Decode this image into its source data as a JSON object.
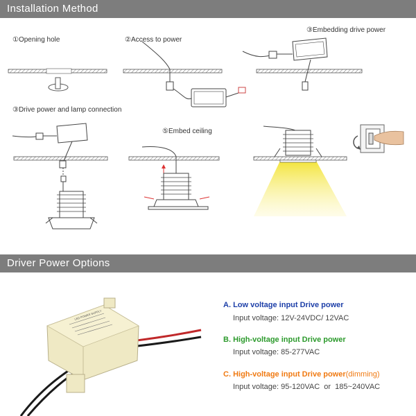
{
  "section1": {
    "title": "Installation Method"
  },
  "steps": [
    {
      "label": "①Opening hole"
    },
    {
      "label": "②Access to power"
    },
    {
      "label": "③Embedding drive power"
    },
    {
      "label": "③Drive power and lamp connection"
    },
    {
      "label": "⑤Embed ceiling"
    }
  ],
  "section2": {
    "title": "Driver Power Options"
  },
  "options": [
    {
      "letter": "A.",
      "title": "Low voltage input Drive power",
      "suffix": "",
      "voltage": "Input voltage: 12V-24VDC/ 12VAC",
      "color": "#1d3fa8"
    },
    {
      "letter": "B.",
      "title": "High-voltage input Drive power",
      "suffix": "",
      "voltage": "Input voltage: 85-277VAC",
      "color": "#2c9a2c"
    },
    {
      "letter": "C.",
      "title": "High-voltage input Drive power",
      "suffix": "(dimming)",
      "voltage": "Input voltage: 95-120VAC  or  185~240VAC",
      "color": "#f07a12"
    }
  ],
  "colors": {
    "header_bar": "#7d7d7d",
    "light_beam": "#f3e43a"
  },
  "driver_label": "LED POWER SUPPLY"
}
